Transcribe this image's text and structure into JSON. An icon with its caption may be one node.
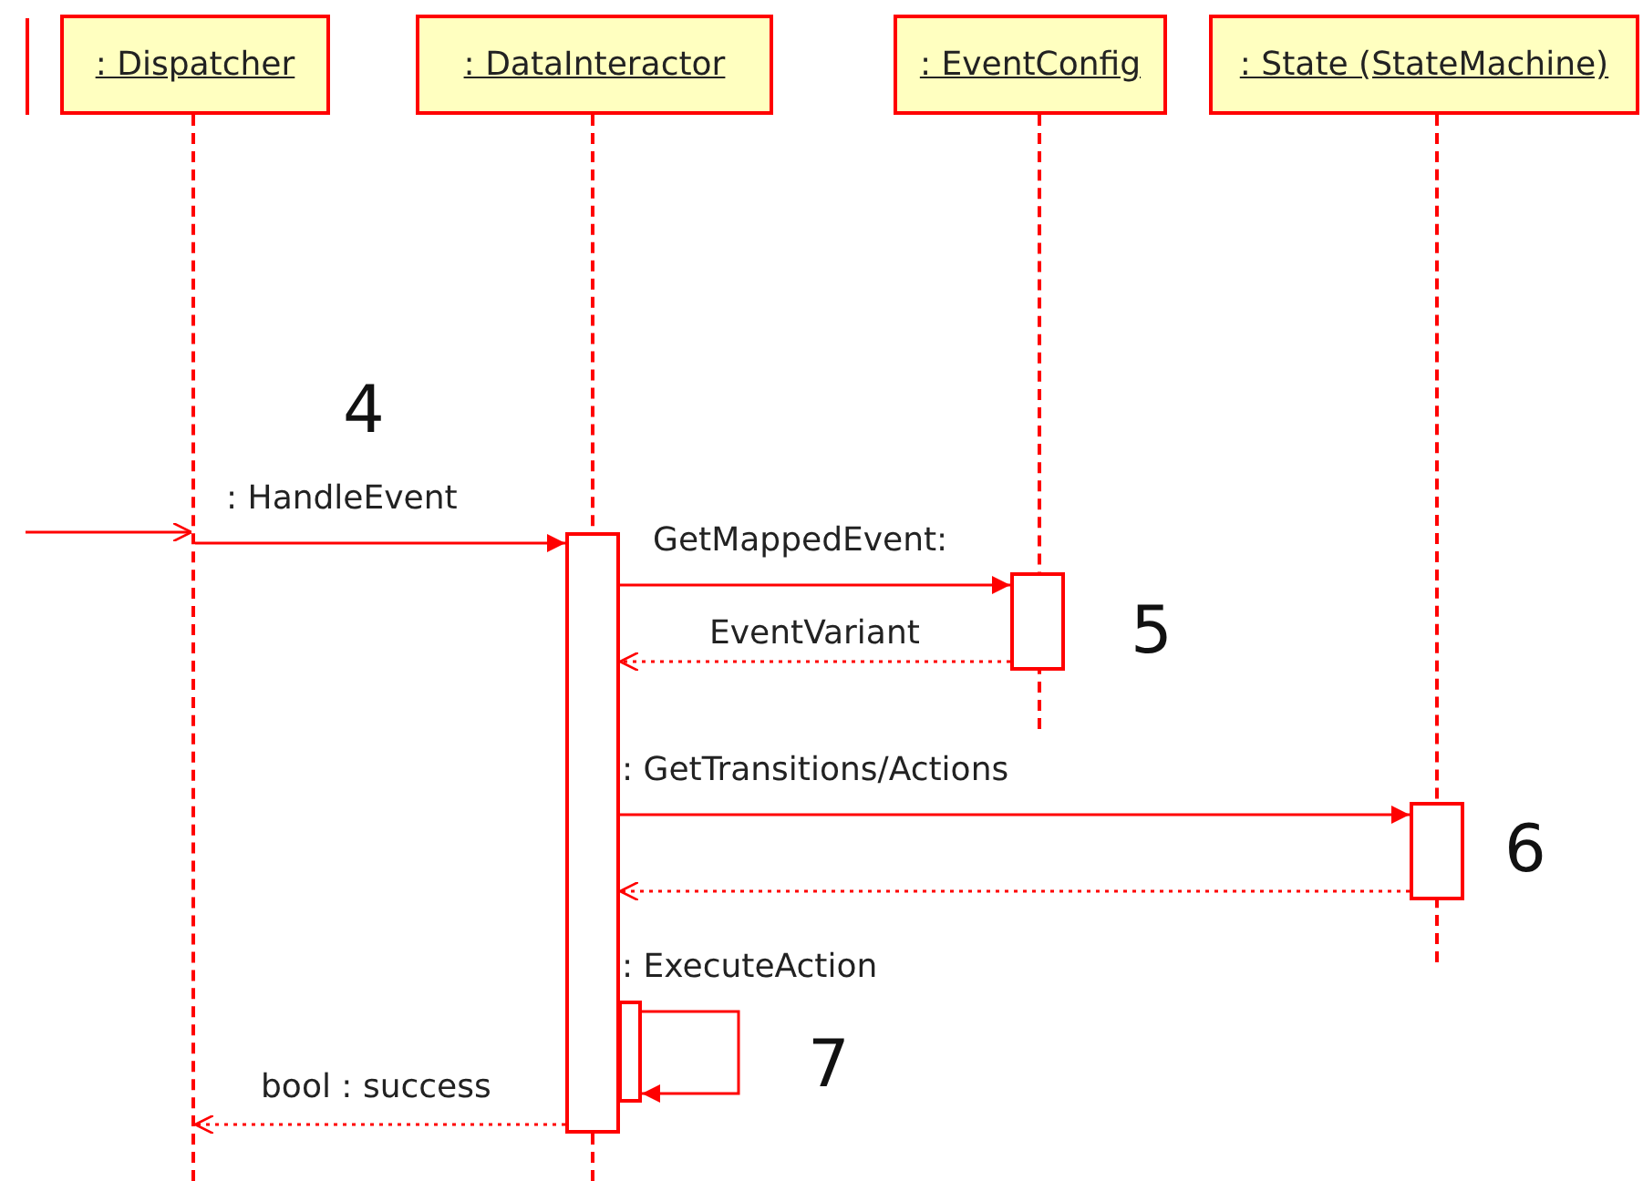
{
  "diagram": {
    "nodes": [
      {
        "text": [
          ": Dispatcher"
        ]
      },
      {
        "text": [
          ": DataInteractor"
        ]
      },
      {
        "text": [
          ": EventConfig"
        ]
      },
      {
        "text": [
          ": State (StateMachine)"
        ]
      },
      {
        "text": [],
        "shape": "line"
      },
      {
        "text": [],
        "shape": "line"
      },
      {
        "text": [],
        "shape": "line"
      },
      {
        "text": [],
        "shape": "line"
      },
      {
        "text": [],
        "shape": "bar"
      },
      {
        "text": [],
        "shape": "bar",
        "beside": [
          "5"
        ]
      },
      {
        "text": [],
        "shape": "bar",
        "beside": [
          "6"
        ]
      },
      {
        "text": [],
        "shape": "bar",
        "beside": [
          "7"
        ]
      }
    ],
    "edges": [
      {
        "from": null,
        "to": 4,
        "arrow": "to"
      },
      {
        "from": 4,
        "to": 8,
        "arrow": "to",
        "label": ": HandleEvent"
      },
      {
        "from": 8,
        "to": 9,
        "arrow": "to",
        "label": "GetMappedEvent:"
      },
      {
        "from": 9,
        "to": 8,
        "arrow": "to",
        "label": "EventVariant",
        "style": "dashed"
      },
      {
        "from": 8,
        "to": 10,
        "arrow": "to",
        "label": ": GetTransitions/Actions"
      },
      {
        "from": 10,
        "to": 8,
        "arrow": "to",
        "style": "dashed"
      },
      {
        "from": 8,
        "to": 11,
        "arrow": "to",
        "label": ": ExecuteAction"
      },
      {
        "from": 8,
        "to": 4,
        "arrow": "to",
        "label": "bool : success",
        "style": "dashed"
      }
    ],
    "labels": [
      "4"
    ]
  }
}
